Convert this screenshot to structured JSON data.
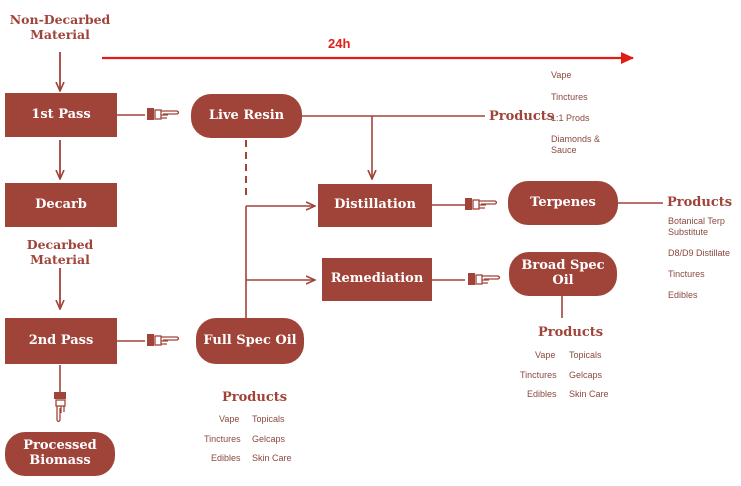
{
  "timeline": {
    "label": "24h",
    "color": "#e31b17"
  },
  "colors": {
    "node": "#a0443a",
    "text": "#a0443a",
    "line": "#a0443a"
  },
  "left_column": {
    "input_label": "Non-Decarbed Material",
    "first_pass": "1st Pass",
    "decarb": "Decarb",
    "decarbed_label": "Decarbed Material",
    "second_pass": "2nd Pass",
    "processed": "Processed Biomass"
  },
  "nodes": {
    "live_resin": "Live Resin",
    "full_spec": "Full Spec Oil",
    "distillation": "Distillation",
    "remediation": "Remediation",
    "terpenes": "Terpenes",
    "broad_spec": "Broad Spec Oil"
  },
  "live_resin_products": {
    "title": "Products",
    "items": [
      "Vape",
      "Tinctures",
      "1:1 Prods",
      "Diamonds & Sauce"
    ]
  },
  "terpenes_products": {
    "title": "Products",
    "items": [
      "Botanical Terp Substitute",
      "D8/D9 Distillate",
      "Tinctures",
      "Edibles"
    ]
  },
  "broad_spec_products": {
    "title": "Products",
    "col1": [
      "Vape",
      "Tinctures",
      "Edibles"
    ],
    "col2": [
      "Topicals",
      "Gelcaps",
      "Skin Care"
    ]
  },
  "full_spec_products": {
    "title": "Products",
    "col1": [
      "Vape",
      "Tinctures",
      "Edibles"
    ],
    "col2": [
      "Topicals",
      "Gelcaps",
      "Skin Care"
    ]
  },
  "icons": {
    "pointer": "pointing-hand-icon",
    "pointer_down": "pointing-hand-down-icon"
  }
}
